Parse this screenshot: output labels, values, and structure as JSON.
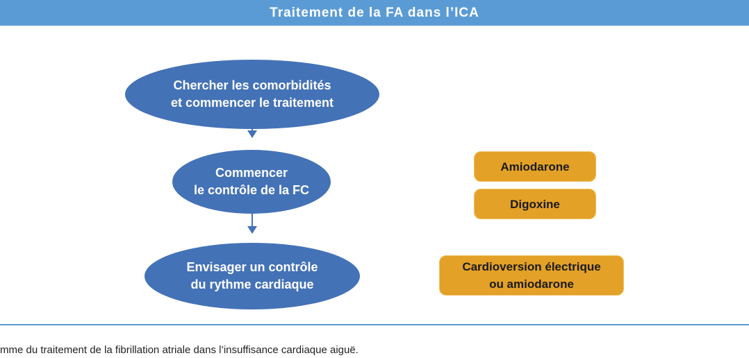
{
  "title": "Traitement de la FA dans l’ICA",
  "steps": [
    {
      "line1": "Chercher les comorbidités",
      "line2": "et commencer le traitement"
    },
    {
      "line1": "Commencer",
      "line2": "le contrôle de la FC"
    },
    {
      "line1": "Envisager un contrôle",
      "line2": "du rythme cardiaque"
    }
  ],
  "treatments": {
    "rate": [
      "Amiodarone",
      "Digoxine"
    ],
    "rhythm": {
      "line1": "Cardioversion électrique",
      "line2": "ou amiodarone"
    }
  },
  "caption": "mme du traitement de la fibrillation atriale dans l’insuffisance cardiaque aiguë.",
  "colors": {
    "title_bar": "#5b9bd5",
    "ellipse": "#4472b6",
    "box": "#e3a128",
    "box_border": "#f0c060",
    "arrow": "#4472b6",
    "rule": "#5b9bd5"
  }
}
